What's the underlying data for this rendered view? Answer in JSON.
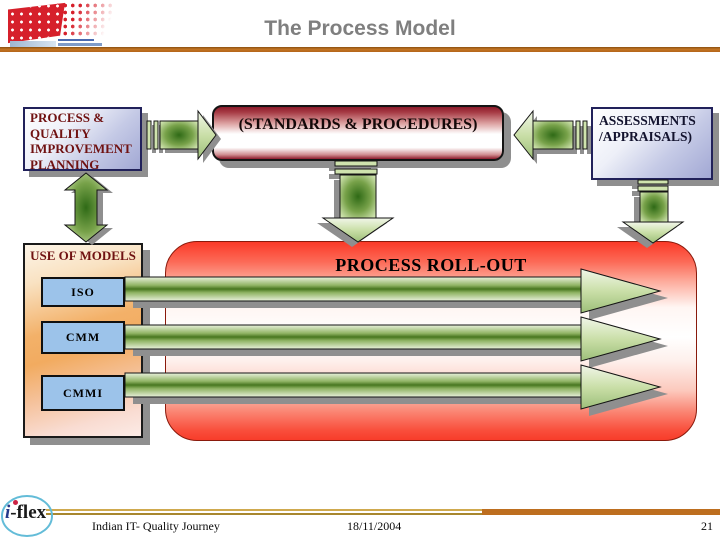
{
  "slide": {
    "title": "The Process Model",
    "page_number": "21"
  },
  "footer": {
    "journey": "Indian IT- Quality Journey",
    "date": "18/11/2004"
  },
  "brand": {
    "i": "i",
    "flex": "-flex"
  },
  "diagram": {
    "planning": {
      "label": "PROCESS &\nQUALITY\nIMPROVEMENT\nPLANNING"
    },
    "standards": {
      "label": "(STANDARDS & PROCEDURES)"
    },
    "assessments": {
      "label": "ASSESSMENTS\n/APPRAISALS)"
    },
    "rollout": {
      "label": "PROCESS ROLL-OUT"
    },
    "models": {
      "title": "USE OF MODELS",
      "items": [
        "ISO",
        "CMM",
        "CMMI"
      ]
    },
    "arrows": [
      "planning-models-two-way",
      "planning-to-standards",
      "assessments-to-standards",
      "standards-down-to-rollout",
      "assessments-down-to-rollout",
      "iso-rollout-flow",
      "cmm-rollout-flow",
      "cmmi-rollout-flow"
    ]
  },
  "icons": {
    "header_logo": "red-flag-logo",
    "footer_logo": "iflex-logo"
  },
  "colors": {
    "rule_orange": "#BD6E1F",
    "title_gray": "#7F7F7F",
    "heading_dark_red": "#701212",
    "arrow_green": "#47761F",
    "rollout_red": "#FB3A28",
    "panel_lavender": "#A2A8D4",
    "models_orange": "#F2AB60",
    "model_item_blue": "#9CC3EA"
  }
}
